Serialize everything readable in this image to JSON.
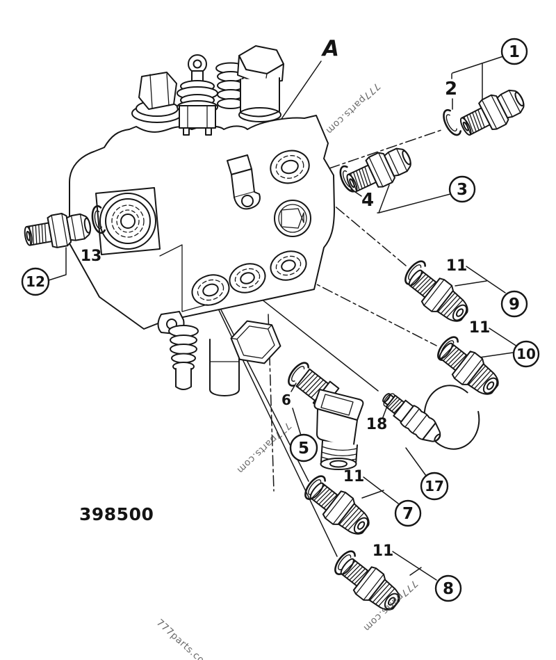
{
  "colors": {
    "ink": "#161616",
    "background": "#ffffff",
    "watermark": "#4f4f4f"
  },
  "figure": {
    "letter": "A",
    "part_number": "398500",
    "watermark": "777parts.com"
  },
  "callouts": {
    "c1": "1",
    "c3": "3",
    "c5": "5",
    "c7": "7",
    "c8": "8",
    "c9": "9",
    "c10": "10",
    "c12": "12",
    "c17": "17"
  },
  "labels": {
    "item2": "2",
    "item4": "4",
    "item6": "6",
    "item11a": "11",
    "item11b": "11",
    "item11c": "11",
    "item11d": "11",
    "item13": "13",
    "item18": "18"
  }
}
